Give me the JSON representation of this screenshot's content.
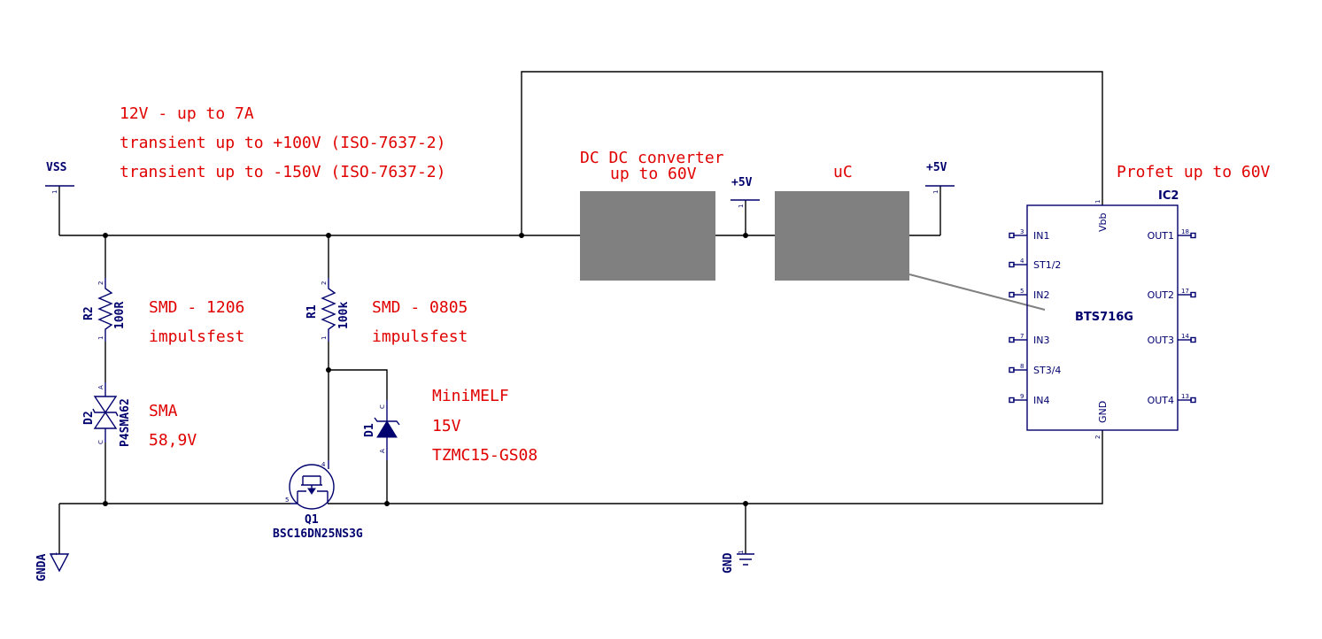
{
  "notes": {
    "supply": "12V - up to 7A",
    "transient_pos": "transient up to +100V (ISO-7637-2)",
    "transient_neg": "transient up to -150V (ISO-7637-2)",
    "dcdc_line1": "DC DC converter",
    "dcdc_line2": "up to 60V",
    "uc": "uC",
    "profet": "Profet up to 60V",
    "r2_pkg": "SMD - 1206",
    "r2_note": "impulsfest",
    "r1_pkg": "SMD - 0805",
    "r1_note": "impulsfest",
    "d2_pkg": "SMA",
    "d2_volt": "58,9V",
    "d1_pkg": "MiniMELF",
    "d1_volt": "15V",
    "d1_part": "TZMC15-GS08"
  },
  "supplies": {
    "vss": "VSS",
    "p5v_a": "+5V",
    "p5v_b": "+5V",
    "gnda": "GNDA",
    "gnd": "GND",
    "pin1": "1"
  },
  "components": {
    "r2": {
      "name": "R2",
      "value": "100R",
      "pin_top": "2",
      "pin_bottom": "1"
    },
    "r1": {
      "name": "R1",
      "value": "100k",
      "pin_top": "2",
      "pin_bottom": "1"
    },
    "d2": {
      "name": "D2",
      "value": "P4SMA62",
      "pin_a": "A",
      "pin_c": "C"
    },
    "d1": {
      "name": "D1",
      "pin_a": "A",
      "pin_c": "C"
    },
    "q1": {
      "name": "Q1",
      "value": "BSC16DN25NS3G",
      "pin_gate": "4",
      "pin_source": "5"
    }
  },
  "ic2": {
    "ref": "IC2",
    "part": "BTS716G",
    "vbb": "Vbb",
    "vbb_pin": "1",
    "gnd": "GND",
    "gnd_pin": "2",
    "left_pins": [
      {
        "num": "3",
        "name": "IN1"
      },
      {
        "num": "4",
        "name": "ST1/2"
      },
      {
        "num": "5",
        "name": "IN2"
      },
      {
        "num": "7",
        "name": "IN3"
      },
      {
        "num": "8",
        "name": "ST3/4"
      },
      {
        "num": "9",
        "name": "IN4"
      }
    ],
    "right_pins": [
      {
        "num": "18",
        "name": "OUT1"
      },
      {
        "num": "17",
        "name": "OUT2"
      },
      {
        "num": "14",
        "name": "OUT3"
      },
      {
        "num": "13",
        "name": "OUT4"
      }
    ]
  }
}
